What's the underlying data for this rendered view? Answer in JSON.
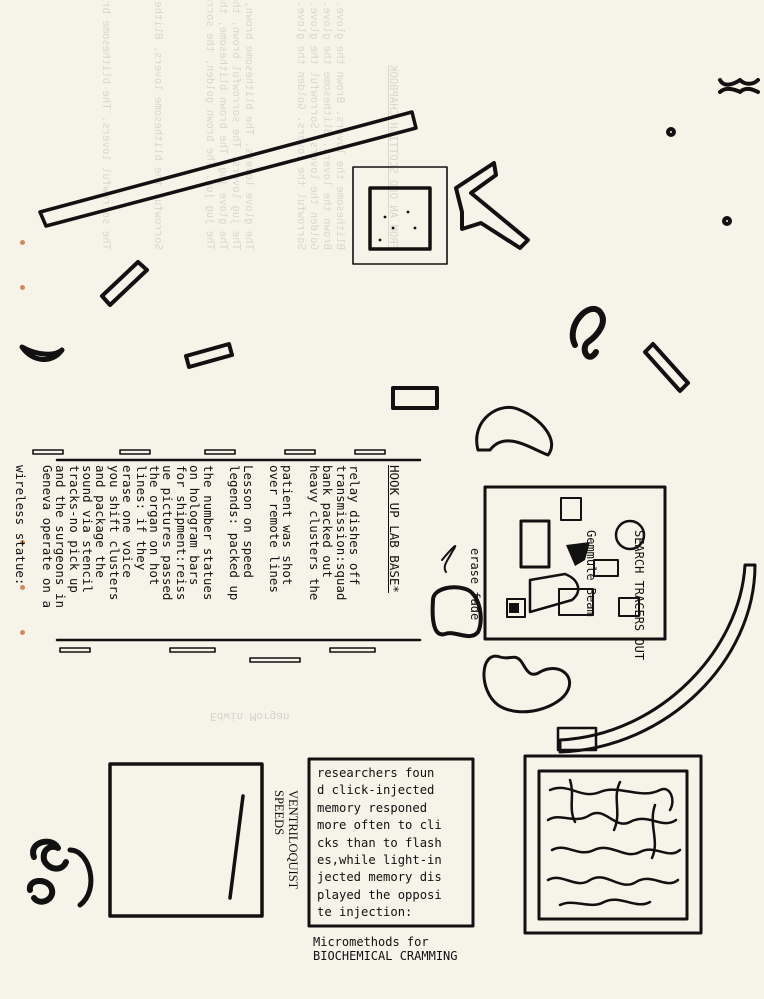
{
  "ghost_title": "FROM AN OLD SCOTTISH CHAPBOOK",
  "ghost_paragraphs": [
    "Blithesome the lovers. Brown the glove. Golden the jug. Sorrowful the bridal.\nBrown the lovers. Blithesome the glove. Sorrowful the jug. Golden the bridal.\nGolden the lovers. Sorrowful the glove. Brown the jug. Blithesome the bridal.\nSorrowful the lovers. Golden the glove. Blithesome the jug. Brown the bridal.",
    "The glove lovers. The blithesome brown, the sorrowful golden. The bridal jug.\nThe jug lovers. The sorrowful brown, the blithesome golden. The bridal glove.\nThe glove jug. The brown blithesome, the golden brown. The bridal lovers.\nThe jug jug. The brown golden, the sorrowful sorrowful. The lovers lovers.",
    "Sorrowful the blithesome lovers. Blithesome the golden bridal.",
    "The sorrowful lovers. The blithesome bridal. The golden jug."
  ],
  "ghost_author": "Edwin Morgan",
  "hook_heading": "HOOK UP LAB BASE*",
  "hook_lines": [
    "relay dishes off",
    "transmission:squad",
    "bank packed out",
    "heavy clusters the",
    "",
    "patient was shot",
    "over remote lines",
    "",
    "Lesson on speed",
    "legends: packed up",
    "",
    "the number statues",
    "on hologram bars",
    "for shipment:reiss",
    "ue pictures passed",
    "the organ on hot",
    "lines: if they",
    "erase one voice",
    "you shift clusters",
    "and package the",
    "sound via stencil",
    "tracks-no pick up",
    "and the surgeons in",
    "Geneva operate on a",
    "",
    "wireless statue:"
  ],
  "erase_fade": "erase fade",
  "search_title": "SEARCH TRACERS OUT",
  "search_subtitle": "Gemmule Beam",
  "ventriloquist": "VENTRILOQUIST\nSPEEDS",
  "research_text": "researchers foun\nd click-injected\nmemory responed\nmore often to cli\ncks than to flash\nes,while light-in\njected memory dis\nplayed the opposi\nte injection:",
  "micromethods": "Micromethods for\nBIOCHEMICAL CRAMMING",
  "colors": {
    "paper": "#f6f3e8",
    "ink": "#111111",
    "punch_hole": "#d38a5b"
  }
}
